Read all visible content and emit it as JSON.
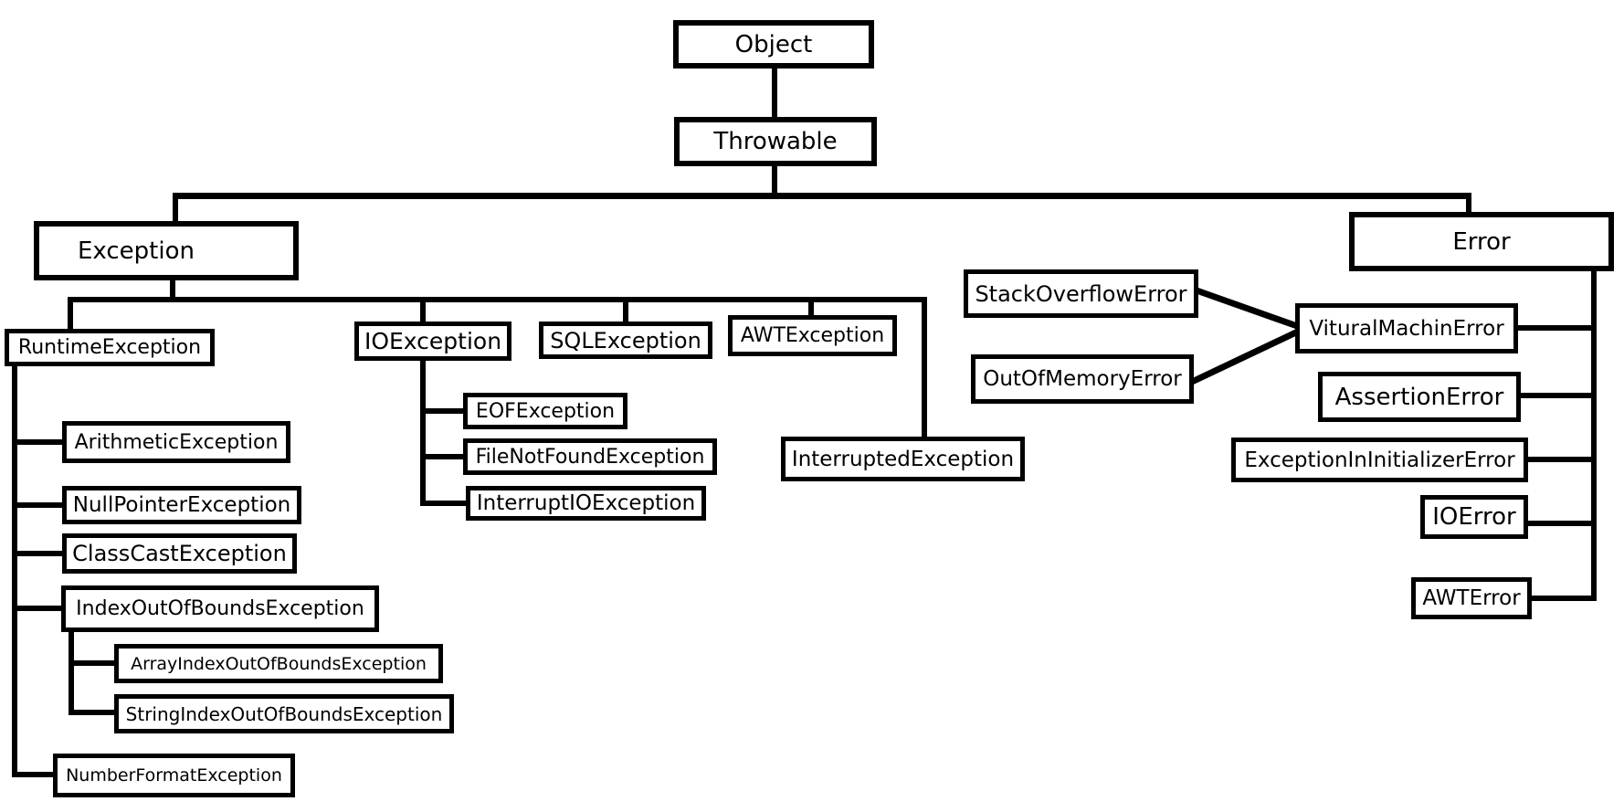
{
  "diagram": {
    "description": "Java exception class hierarchy tree",
    "colors": {
      "background": "#ffffff",
      "box_fill": "#ffffff",
      "line": "#000000",
      "text": "#000000"
    },
    "nodes": {
      "object": {
        "label": "Object"
      },
      "throwable": {
        "label": "Throwable"
      },
      "exception": {
        "label": "Exception"
      },
      "error": {
        "label": "Error"
      },
      "runtimeException": {
        "label": "RuntimeException"
      },
      "ioException": {
        "label": "IOException"
      },
      "sqlException": {
        "label": "SQLException"
      },
      "awtException": {
        "label": "AWTException"
      },
      "interruptedException": {
        "label": "InterruptedException"
      },
      "arithmeticException": {
        "label": "ArithmeticException"
      },
      "nullPointerException": {
        "label": "NullPointerException"
      },
      "classCastException": {
        "label": "ClassCastException"
      },
      "indexOutOfBoundsException": {
        "label": "IndexOutOfBoundsException"
      },
      "arrayIndexOutOfBoundsException": {
        "label": "ArrayIndexOutOfBoundsException"
      },
      "stringIndexOutOfBoundsException": {
        "label": "StringIndexOutOfBoundsException"
      },
      "numberFormatException": {
        "label": "NumberFormatException"
      },
      "eofException": {
        "label": "EOFException"
      },
      "fileNotFoundException": {
        "label": "FileNotFoundException"
      },
      "interruptIOException": {
        "label": "InterruptIOException"
      },
      "stackOverflowError": {
        "label": "StackOverflowError"
      },
      "outOfMemoryError": {
        "label": "OutOfMemoryError"
      },
      "vituralMachinError": {
        "label": "VituralMachinError"
      },
      "assertionError": {
        "label": "AssertionError"
      },
      "exceptionInInitializerError": {
        "label": "ExceptionInInitializerError"
      },
      "ioError": {
        "label": "IOError"
      },
      "awtError": {
        "label": "AWTError"
      }
    },
    "edges": [
      {
        "from": "object",
        "to": "throwable"
      },
      {
        "from": "throwable",
        "to": "exception"
      },
      {
        "from": "throwable",
        "to": "error"
      },
      {
        "from": "exception",
        "to": "runtimeException"
      },
      {
        "from": "exception",
        "to": "ioException"
      },
      {
        "from": "exception",
        "to": "sqlException"
      },
      {
        "from": "exception",
        "to": "awtException"
      },
      {
        "from": "exception",
        "to": "interruptedException"
      },
      {
        "from": "runtimeException",
        "to": "arithmeticException"
      },
      {
        "from": "runtimeException",
        "to": "nullPointerException"
      },
      {
        "from": "runtimeException",
        "to": "classCastException"
      },
      {
        "from": "runtimeException",
        "to": "indexOutOfBoundsException"
      },
      {
        "from": "runtimeException",
        "to": "numberFormatException"
      },
      {
        "from": "indexOutOfBoundsException",
        "to": "arrayIndexOutOfBoundsException"
      },
      {
        "from": "indexOutOfBoundsException",
        "to": "stringIndexOutOfBoundsException"
      },
      {
        "from": "ioException",
        "to": "eofException"
      },
      {
        "from": "ioException",
        "to": "fileNotFoundException"
      },
      {
        "from": "ioException",
        "to": "interruptIOException"
      },
      {
        "from": "error",
        "to": "vituralMachinError"
      },
      {
        "from": "error",
        "to": "assertionError"
      },
      {
        "from": "error",
        "to": "exceptionInInitializerError"
      },
      {
        "from": "error",
        "to": "ioError"
      },
      {
        "from": "error",
        "to": "awtError"
      },
      {
        "from": "vituralMachinError",
        "to": "stackOverflowError"
      },
      {
        "from": "vituralMachinError",
        "to": "outOfMemoryError"
      }
    ]
  }
}
